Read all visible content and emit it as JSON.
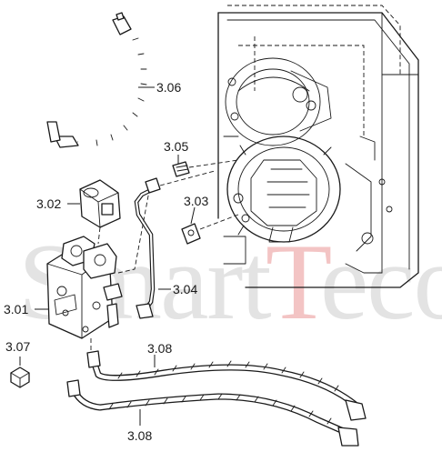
{
  "watermark": {
    "text": "SmartTeco",
    "part_a": "Smart",
    "part_b": "T",
    "part_c": "eco",
    "colors": {
      "grey": "#e3e3e3",
      "red": "#f3c4c4"
    }
  },
  "labels": [
    {
      "id": "3.06",
      "text": "3.06"
    },
    {
      "id": "3.05",
      "text": "3.05"
    },
    {
      "id": "3.02",
      "text": "3.02"
    },
    {
      "id": "3.03",
      "text": "3.03"
    },
    {
      "id": "3.01",
      "text": "3.01"
    },
    {
      "id": "3.04",
      "text": "3.04"
    },
    {
      "id": "3.07",
      "text": "3.07"
    },
    {
      "id": "3.08a",
      "text": "3.08"
    },
    {
      "id": "3.08b",
      "text": "3.08"
    }
  ],
  "colors": {
    "line": "#1a1a1a",
    "background": "#ffffff"
  }
}
